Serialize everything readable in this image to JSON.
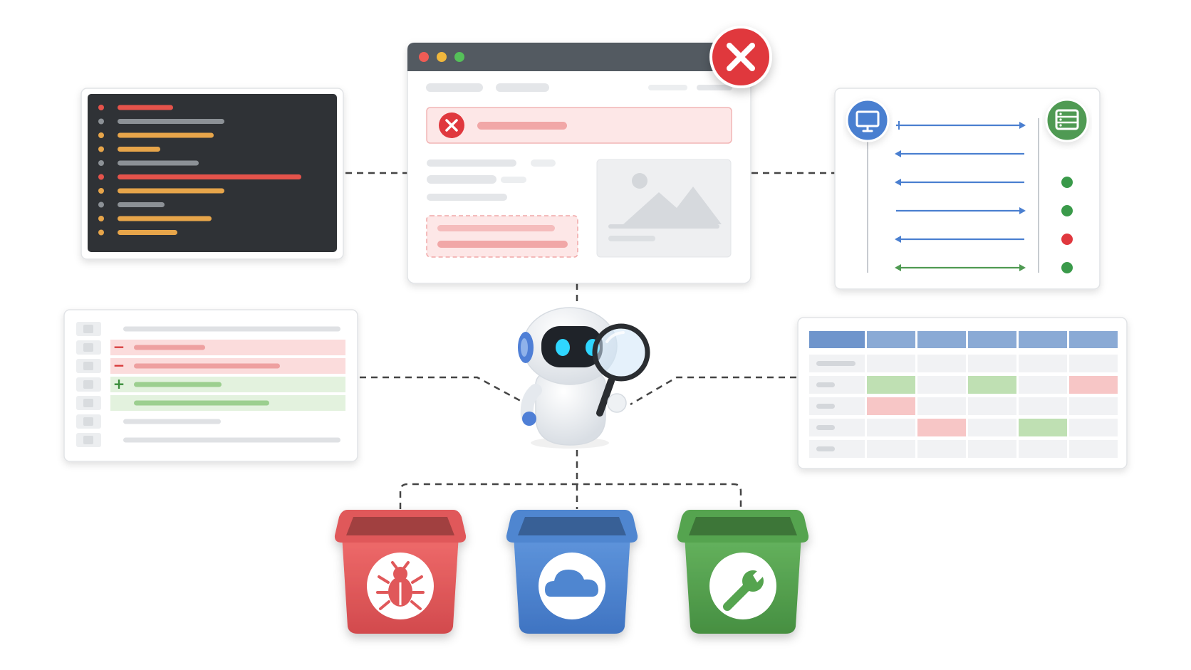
{
  "diagram": {
    "center_node": {
      "icon": "robot-magnifier-icon",
      "colors": {
        "body": "#f4f6f8",
        "visor": "#1f2329",
        "eyes": "#2fd6ff",
        "accent": "#4f7fd6"
      }
    },
    "browser_window": {
      "icon": "browser-error-icon",
      "controls": [
        "close",
        "minimize",
        "zoom"
      ],
      "status": "error",
      "colors": {
        "titlebar": "#535a61",
        "error": "#e0383e",
        "error_bg": "#fde7e7"
      }
    },
    "code_panel": {
      "icon": "terminal-log-icon",
      "colors": {
        "bg": "#2f3236",
        "neutral": "#8c9196",
        "error": "#e5534b",
        "warning": "#e7a54a"
      },
      "lines": [
        {
          "status": "error",
          "length": 0.26
        },
        {
          "status": "neutral",
          "length": 0.5
        },
        {
          "status": "warning",
          "length": 0.45
        },
        {
          "status": "warning",
          "length": 0.2
        },
        {
          "status": "neutral",
          "length": 0.38
        },
        {
          "status": "error",
          "length": 0.86
        },
        {
          "status": "warning",
          "length": 0.5
        },
        {
          "status": "neutral",
          "length": 0.22
        },
        {
          "status": "warning",
          "length": 0.44
        },
        {
          "status": "warning",
          "length": 0.28
        }
      ]
    },
    "network_panel": {
      "icons": [
        "client-monitor-icon",
        "server-rack-icon"
      ],
      "colors": {
        "client": "#4a7fd0",
        "server": "#4f9a52",
        "ok": "#3a9a4a",
        "fail": "#e0383e"
      },
      "messages": [
        {
          "direction": "request",
          "status": ""
        },
        {
          "direction": "response",
          "status": ""
        },
        {
          "direction": "response",
          "status": "ok"
        },
        {
          "direction": "request",
          "status": "ok"
        },
        {
          "direction": "response",
          "status": "fail"
        },
        {
          "direction": "both",
          "status": "ok"
        }
      ]
    },
    "diff_panel": {
      "icon": "code-diff-icon",
      "colors": {
        "removed_bg": "#fbdcdc",
        "removed_line": "#eea0a0",
        "added_bg": "#e3f2de",
        "added_line": "#9ccf8f"
      },
      "markers": {
        "removed": "−",
        "added": "+"
      },
      "rows": [
        {
          "type": "context"
        },
        {
          "type": "removed"
        },
        {
          "type": "removed"
        },
        {
          "type": "added"
        },
        {
          "type": "added"
        },
        {
          "type": "context"
        },
        {
          "type": "context"
        }
      ]
    },
    "table_panel": {
      "icon": "data-table-icon",
      "colors": {
        "header": "#8aaad5",
        "pass": "#bfe0b3",
        "fail": "#f7c6c6",
        "cell": "#f1f2f4"
      },
      "rows": [
        [
          "",
          "",
          "",
          "",
          ""
        ],
        [
          "pass",
          "",
          "pass",
          "",
          "fail"
        ],
        [
          "fail",
          "",
          "",
          "",
          ""
        ],
        [
          "",
          "fail",
          "",
          "pass",
          ""
        ],
        [
          "",
          "",
          "",
          "",
          ""
        ]
      ]
    },
    "buckets": [
      {
        "name": "bug",
        "icon": "bug-icon",
        "color": "#e0585a"
      },
      {
        "name": "infrastructure",
        "icon": "cloud-icon",
        "color": "#4f86d0"
      },
      {
        "name": "fix",
        "icon": "wrench-icon",
        "color": "#55a44f"
      }
    ]
  }
}
